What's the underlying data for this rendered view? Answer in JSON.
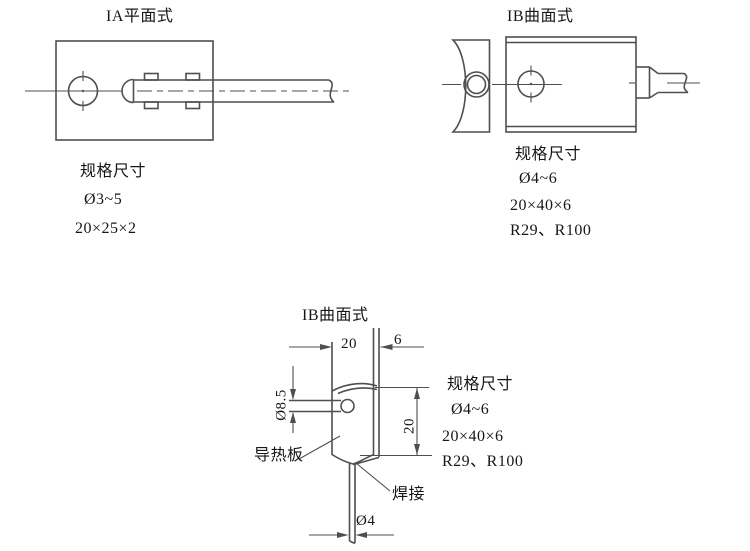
{
  "fig_flat": {
    "title": "IA平面式",
    "spec_heading": "规格尺寸",
    "specs": [
      "Ø3~5",
      "20×25×2"
    ]
  },
  "fig_curved": {
    "title": "IB曲面式",
    "spec_heading": "规格尺寸",
    "specs": [
      "Ø4~6",
      "20×40×6",
      "R29、R100"
    ]
  },
  "fig_detail": {
    "title": "IB曲面式",
    "spec_heading": "规格尺寸",
    "specs": [
      "Ø4~6",
      "20×40×6",
      "R29、R100"
    ],
    "dims": {
      "plate_width": "20",
      "tube_width": "6",
      "boss_diameter": "Ø8.5",
      "plate_height": "20",
      "rod_diameter": "Ø4"
    },
    "labels": {
      "plate": "导热板",
      "weld": "焊接"
    }
  }
}
